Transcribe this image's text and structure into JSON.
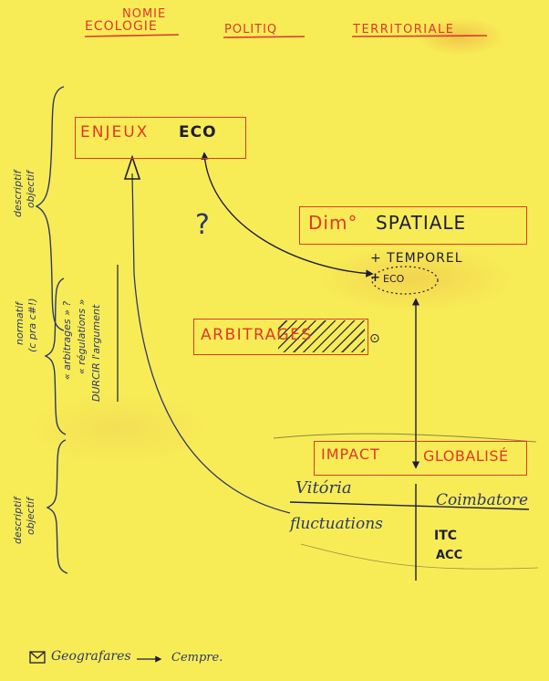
{
  "header": {
    "nomie": "NOMIE",
    "ecologie": "ECOLOGIE",
    "politiq": "POLITIQ",
    "territoriale": "TERRITORIALE"
  },
  "boxes": {
    "enjeux": "ENJEUX",
    "enjeux_eco": "ECO",
    "dimension": "Dim°",
    "spatiale": "SPATIALE",
    "temporel": "+ TEMPOREL",
    "eco_plus": "+",
    "eco": "ECO",
    "arbitrages": "ARBITRAGES",
    "circle_dot": "⊙",
    "impact": "IMPACT",
    "globalise": "GLOBALISÉ"
  },
  "question_mark": "?",
  "table": {
    "col1": "Vitória",
    "col2": "Coimbatore",
    "row1": "fluctuations",
    "itc": "ITC",
    "acc": "ACC"
  },
  "side": {
    "descriptif_objectif_1a": "descriptif",
    "descriptif_objectif_1b": "objectif",
    "normatif_a": "normatif",
    "normatif_b": "(c pra c#!)",
    "arbitrages_q": "« arbitrages » ?",
    "regulations": "« régulations »",
    "durcir": "DURCIR l'argument",
    "descriptif_objectif_2a": "descriptif",
    "descriptif_objectif_2b": "objectif"
  },
  "footer": {
    "envelope_icon": "envelope-icon",
    "geografares": "Geografares",
    "arrow": "→",
    "cempre": "Cempre."
  }
}
